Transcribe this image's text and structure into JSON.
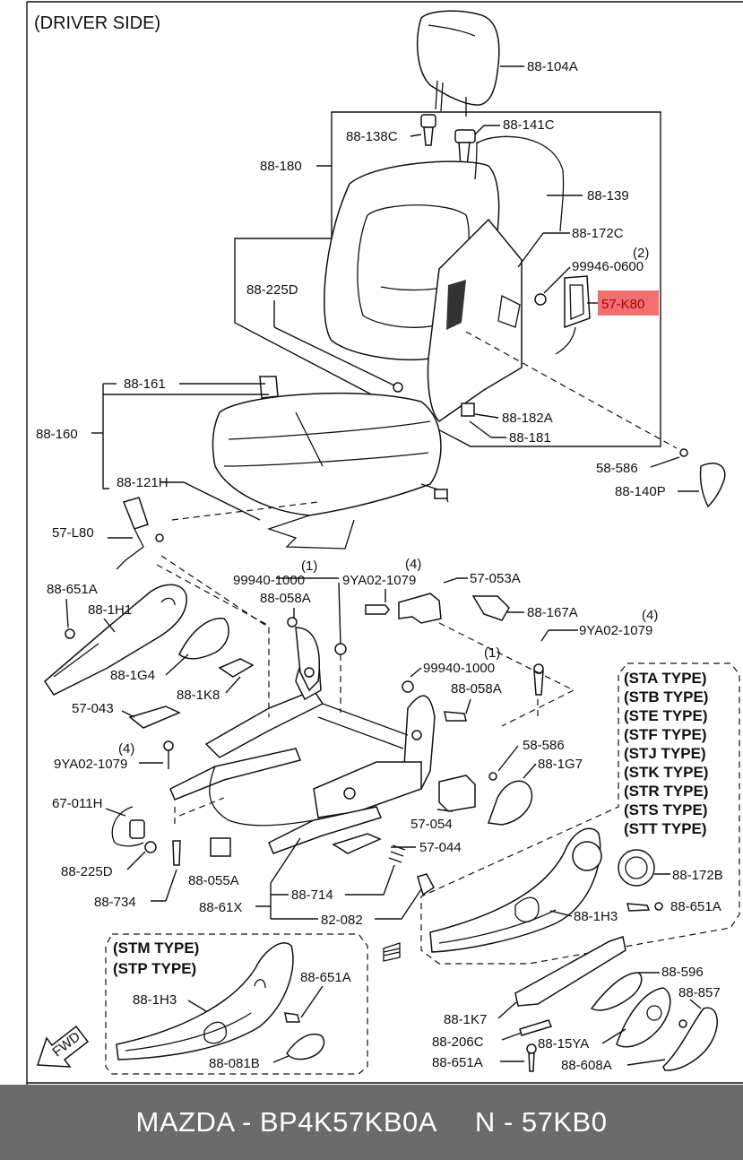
{
  "title": "(DRIVER SIDE)",
  "highlight_color": "#f07070",
  "footer": {
    "left": "MAZDA - BP4K57KB0A",
    "right": "N - 57KB0",
    "background": "#6b6b6b"
  },
  "labels": {
    "l_88_104A": "88-104A",
    "l_88_138C": "88-138C",
    "l_88_141C": "88-141C",
    "l_88_180": "88-180",
    "l_88_139": "88-139",
    "l_88_172C": "88-172C",
    "l_qty2a": "(2)",
    "l_99946_0600": "99946-0600",
    "l_57_K80": "57-K80",
    "l_88_225D_a": "88-225D",
    "l_88_161": "88-161",
    "l_88_160": "88-160",
    "l_88_182A": "88-182A",
    "l_88_181": "88-181",
    "l_58_586_a": "58-586",
    "l_88_140P": "88-140P",
    "l_88_121H": "88-121H",
    "l_57_L80": "57-L80",
    "l_qty1a": "(1)",
    "l_99940_1000_a": "99940-1000",
    "l_qty4a": "(4)",
    "l_9YA02_1079_a": "9YA02-1079",
    "l_57_053A": "57-053A",
    "l_88_651A_a": "88-651A",
    "l_88_1H1": "88-1H1",
    "l_88_058A_a": "88-058A",
    "l_88_167A": "88-167A",
    "l_qty4b": "(4)",
    "l_9YA02_1079_b": "9YA02-1079",
    "l_88_1G4": "88-1G4",
    "l_qty1b": "(1)",
    "l_99940_1000_b": "99940-1000",
    "l_88_1K8": "88-1K8",
    "l_88_058A_b": "88-058A",
    "l_57_043": "57-043",
    "l_qty4c": "(4)",
    "l_9YA02_1079_c": "9YA02-1079",
    "l_58_586_b": "58-586",
    "l_88_1G7": "88-1G7",
    "l_67_011H": "67-011H",
    "l_57_054": "57-054",
    "l_88_225D_b": "88-225D",
    "l_88_055A": "88-055A",
    "l_57_044": "57-044",
    "l_88_172B": "88-172B",
    "l_88_734": "88-734",
    "l_88_714": "88-714",
    "l_88_651A_b": "88-651A",
    "l_88_61X": "88-61X",
    "l_82_082": "82-082",
    "l_88_1H3_a": "88-1H3",
    "l_88_651A_c": "88-651A",
    "l_88_1H3_b": "88-1H3",
    "l_88_596": "88-596",
    "l_88_857": "88-857",
    "l_88_1K7": "88-1K7",
    "l_88_206C": "88-206C",
    "l_88_15YA": "88-15YA",
    "l_88_081B": "88-081B",
    "l_88_651A_d": "88-651A",
    "l_88_608A": "88-608A"
  },
  "type_box_1": [
    "(STA TYPE)",
    "(STB TYPE)",
    "(STE TYPE)",
    "(STF TYPE)",
    "(STJ TYPE)",
    "(STK TYPE)",
    "(STR TYPE)",
    "(STS TYPE)",
    "(STT TYPE)"
  ],
  "type_box_2": [
    "(STM TYPE)",
    "(STP TYPE)"
  ],
  "fwd_label": "FWD"
}
